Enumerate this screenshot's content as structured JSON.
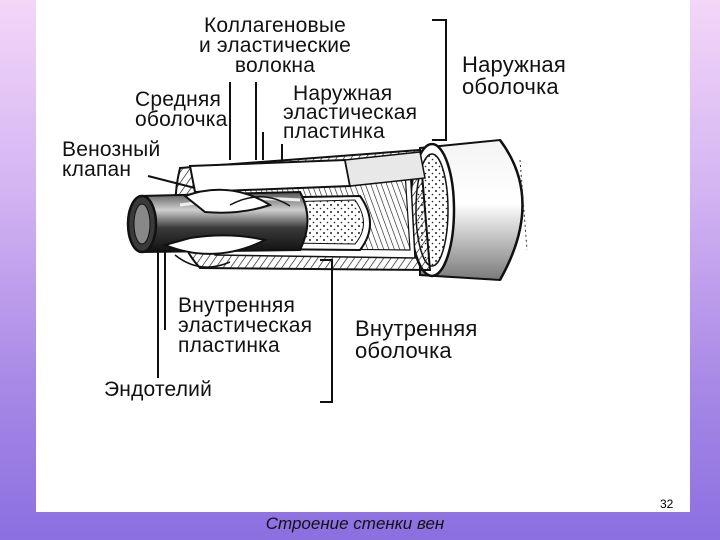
{
  "labels": {
    "collagen_fibers": [
      "Коллагеновые",
      "и эластические",
      "волокна"
    ],
    "outer_sheath": [
      "Наружная",
      "оболочка"
    ],
    "middle_sheath": [
      "Средняя",
      "оболочка"
    ],
    "outer_elastic_lamina": [
      "Наружная",
      "эластическая",
      "пластинка"
    ],
    "venous_valve": [
      "Венозный",
      "клапан"
    ],
    "inner_elastic_lamina": [
      "Внутренняя",
      "эластическая",
      "пластинка"
    ],
    "inner_sheath": [
      "Внутренняя",
      "оболочка"
    ],
    "endothelium": "Эндотелий"
  },
  "slide": {
    "page_number": "32",
    "caption": "Строение стенки вен"
  },
  "colors": {
    "background_top": "#f4d6f8",
    "background_bottom": "#8b6fe0",
    "panel": "#ffffff",
    "ink": "#111111"
  }
}
